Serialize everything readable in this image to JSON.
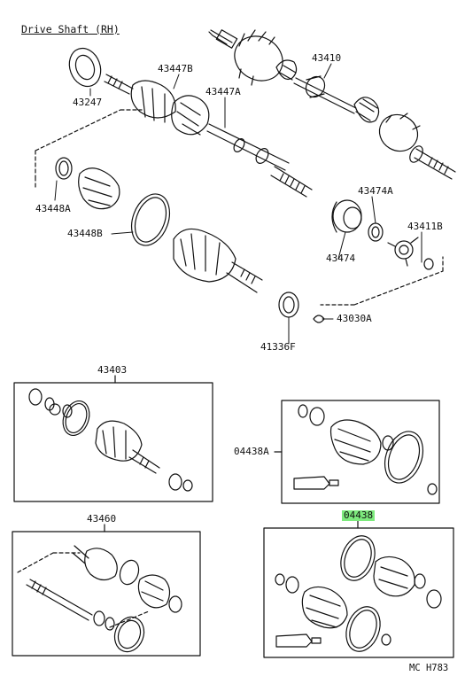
{
  "title": "Drive Shaft (RH)",
  "page_code": "MC H783",
  "highlight_color": "#7dea7d",
  "parts": {
    "p43247": "43247",
    "p43447B": "43447B",
    "p43447A": "43447A",
    "p43410": "43410",
    "p43448A": "43448A",
    "p43448B": "43448B",
    "p43474A": "43474A",
    "p43411B": "43411B",
    "p43474": "43474",
    "p43030A": "43030A",
    "p41336F": "41336F",
    "p43403": "43403",
    "p04438A": "04438A",
    "p43460": "43460",
    "p04438": "04438"
  }
}
